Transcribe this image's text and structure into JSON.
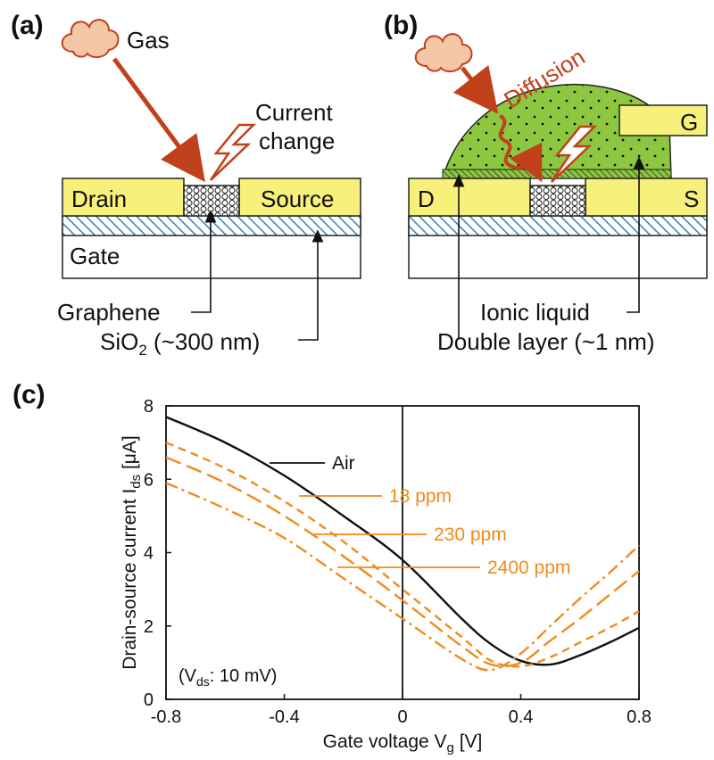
{
  "panel_a": {
    "label": "(a)",
    "gas": "Gas",
    "current_change_1": "Current",
    "current_change_2": "change",
    "drain": "Drain",
    "source": "Source",
    "gate": "Gate",
    "graphene": "Graphene",
    "sio2_pre": "SiO",
    "sio2_sub": "2",
    "sio2_post": " (~300 nm)"
  },
  "panel_b": {
    "label": "(b)",
    "diffusion": "Diffusion",
    "gate_short": "G",
    "drain_short": "D",
    "source_short": "S",
    "ionic_liquid": "Ionic liquid",
    "double_layer": "Double layer (~1 nm)"
  },
  "colors": {
    "electrode": "#f7f07a",
    "ionic_liquid": "#8dc63f",
    "oxide_hatch": "#3a7fb0",
    "arrow": "#c1411b",
    "gas_cloud": "#f3c6a6",
    "series_air": "#111111",
    "series_gas": "#f28a1c"
  },
  "chart_data": {
    "label": "(c)",
    "type": "line",
    "xlabel": "Gate voltage V",
    "xlabel_sub": "g",
    "xlabel_unit": " [V]",
    "ylabel": "Drain-source current I",
    "ylabel_sub": "ds",
    "ylabel_unit": " [μA]",
    "xlim": [
      -0.8,
      0.8
    ],
    "ylim": [
      0,
      8
    ],
    "xticks": [
      "-0.8",
      "-0.4",
      "0",
      "0.4",
      "0.8"
    ],
    "yticks": [
      "0",
      "2",
      "4",
      "6",
      "8"
    ],
    "note_pre": "(V",
    "note_sub": "ds",
    "note_post": ": 10 mV)",
    "series": [
      {
        "name": "Air",
        "dash": "solid",
        "x": [
          -0.8,
          -0.6,
          -0.4,
          -0.2,
          0.0,
          0.2,
          0.3,
          0.4,
          0.5,
          0.6,
          0.7,
          0.8
        ],
        "y": [
          7.7,
          7.0,
          6.1,
          5.0,
          3.8,
          2.2,
          1.5,
          1.05,
          0.95,
          1.2,
          1.55,
          1.95
        ]
      },
      {
        "name": "18 ppm",
        "dash": "dash",
        "x": [
          -0.8,
          -0.6,
          -0.4,
          -0.2,
          0.0,
          0.2,
          0.3,
          0.4,
          0.5,
          0.6,
          0.7,
          0.8
        ],
        "y": [
          7.0,
          6.3,
          5.4,
          4.3,
          3.0,
          1.7,
          1.05,
          0.9,
          1.15,
          1.55,
          1.95,
          2.4
        ]
      },
      {
        "name": "230 ppm",
        "dash": "longdash",
        "x": [
          -0.8,
          -0.6,
          -0.4,
          -0.2,
          0.0,
          0.2,
          0.3,
          0.4,
          0.5,
          0.6,
          0.7,
          0.8
        ],
        "y": [
          6.6,
          5.9,
          5.0,
          3.9,
          2.7,
          1.45,
          0.95,
          1.0,
          1.6,
          2.2,
          2.85,
          3.5
        ]
      },
      {
        "name": "2400 ppm",
        "dash": "dashdot",
        "x": [
          -0.8,
          -0.6,
          -0.4,
          -0.2,
          0.0,
          0.2,
          0.3,
          0.4,
          0.5,
          0.6,
          0.7,
          0.8
        ],
        "y": [
          5.9,
          5.2,
          4.4,
          3.3,
          2.2,
          1.1,
          0.8,
          1.25,
          2.0,
          2.75,
          3.45,
          4.2
        ]
      }
    ]
  }
}
